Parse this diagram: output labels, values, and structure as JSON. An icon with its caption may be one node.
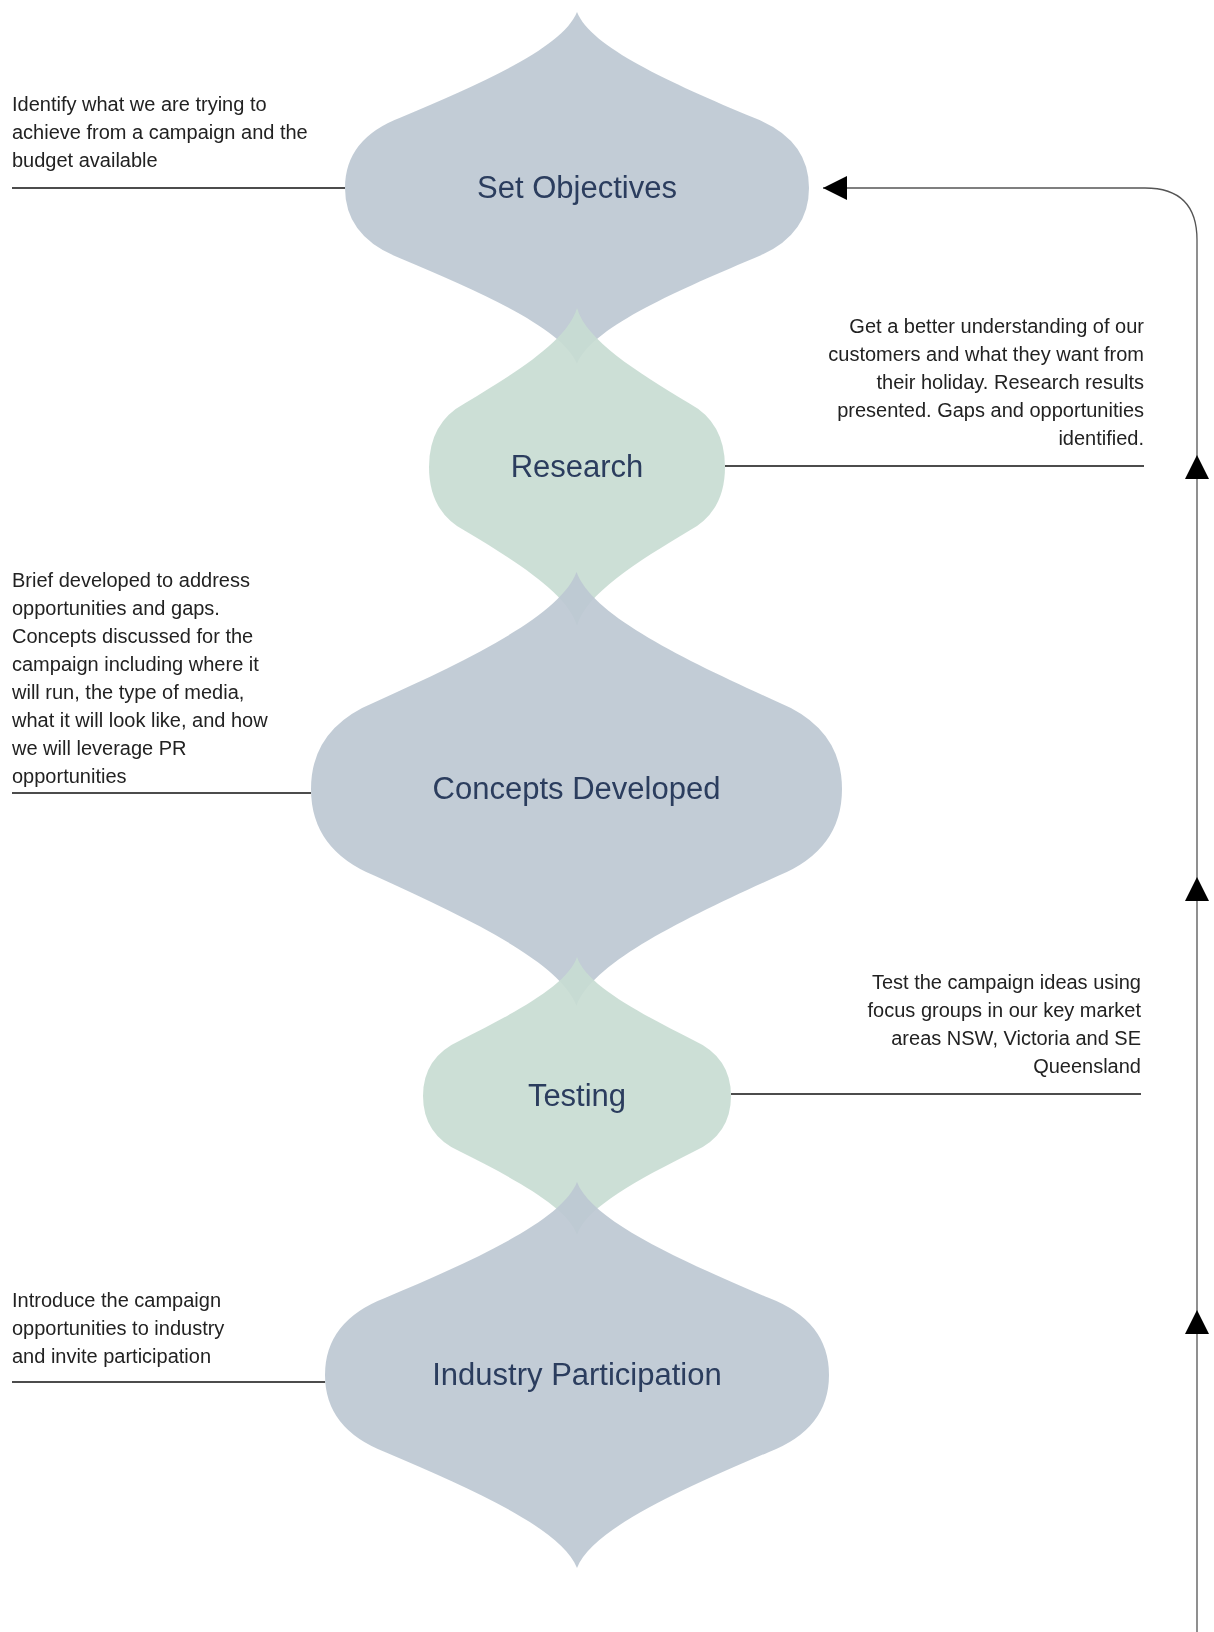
{
  "diagram": {
    "nodes": [
      {
        "text": [
          "Set Objectives"
        ]
      },
      {
        "text": [
          "Research"
        ]
      },
      {
        "text": [
          "Concepts Developed"
        ]
      },
      {
        "text": [
          "Testing"
        ]
      },
      {
        "text": [
          "Industry Participation"
        ]
      },
      {
        "text": [
          "Identify what we are trying to achieve from a campaign and the budget available"
        ]
      },
      {
        "text": [
          "Get a better understanding of our customers and what they want from their holiday. Research results presented. Gaps and opportunities identified."
        ]
      },
      {
        "text": [
          "Brief developed to address opportunities and gaps. Concepts discussed for the campaign including where it will run, the type of media, what it will look like, and how we will leverage PR opportunities"
        ]
      },
      {
        "text": [
          "Test the campaign ideas using focus groups in our key market areas NSW, Victoria and SE Queensland"
        ]
      },
      {
        "text": [
          "Introduce the campaign opportunities to industry and invite participation"
        ]
      }
    ],
    "edges": [
      {
        "from": 5,
        "to": 0,
        "arrow": "none"
      },
      {
        "from": 6,
        "to": 1,
        "arrow": "none"
      },
      {
        "from": 7,
        "to": 2,
        "arrow": "none"
      },
      {
        "from": 8,
        "to": 3,
        "arrow": "none"
      },
      {
        "from": 9,
        "to": 4,
        "arrow": "none"
      },
      {
        "from": null,
        "to": 0,
        "arrow": "to"
      }
    ]
  }
}
